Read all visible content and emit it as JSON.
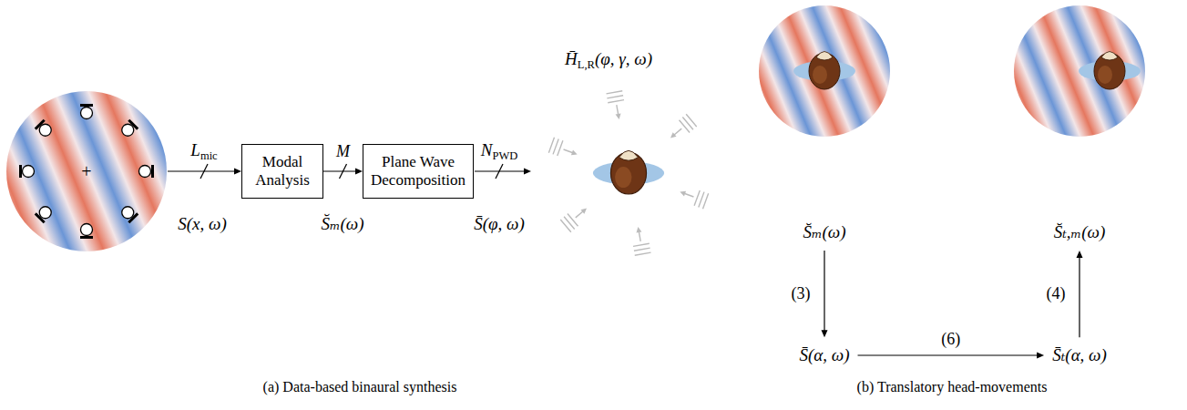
{
  "diagram": {
    "nodes": [
      {
        "text": [
          "Modal Analysis"
        ]
      },
      {
        "text": [
          "Plane Wave Decomposition"
        ]
      },
      {
        "text": [
          "S̆ₘ(ω)"
        ]
      },
      {
        "text": [
          "S̄(α, ω)"
        ]
      },
      {
        "text": [
          "S̄ₜ(α, ω)"
        ]
      },
      {
        "text": [
          "S̆ₜ,ₘ(ω)"
        ]
      }
    ],
    "edges": [
      {
        "from": 0,
        "to": 1,
        "arrow": "to",
        "label": "M"
      },
      {
        "from": 2,
        "to": 3,
        "arrow": "to",
        "label": "(3)"
      },
      {
        "from": 3,
        "to": 4,
        "arrow": "to",
        "label": "(6)"
      },
      {
        "from": 4,
        "to": 5,
        "arrow": "to",
        "label": "(4)"
      }
    ],
    "labels": [
      "+",
      "L",
      "mic",
      "S(x, ω)",
      "S̆ₘ(ω)",
      "N",
      "PWD",
      "S̄(φ, ω)",
      "H̄",
      "L,R",
      "(φ, γ, ω)",
      "(a) Data-based binaural synthesis",
      "(b) Translatory head-movements"
    ]
  }
}
